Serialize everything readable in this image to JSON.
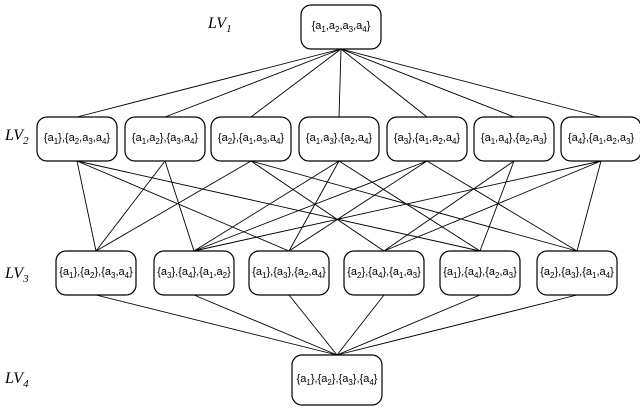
{
  "levels": [
    {
      "id": "LV1",
      "name": "LV",
      "sub": "1",
      "nodes": [
        "{a1,a2,a3,a4}"
      ]
    },
    {
      "id": "LV2",
      "name": "LV",
      "sub": "2",
      "nodes": [
        "{a1},{a2,a3,a4}",
        "{a1,a2},{a3,a4}",
        "{a2},{a1,a3,a4}",
        "{a1,a3},{a2,a4}",
        "{a3},{a1,a2,a4}",
        "{a1,a4},{a2,a3}",
        "{a4},{a1,a2,a3}"
      ]
    },
    {
      "id": "LV3",
      "name": "LV",
      "sub": "3",
      "nodes": [
        "{a1},{a2},{a3,a4}",
        "{a3},{a4},{a1,a2}",
        "{a1},{a3},{a2,a4}",
        "{a2},{a4},{a1,a3}",
        "{a1},{a4},{a2,a3}",
        "{a2},{a3},{a1,a4}"
      ]
    },
    {
      "id": "LV4",
      "name": "LV",
      "sub": "4",
      "nodes": [
        "{a1},{a2},{a3},{a4}"
      ]
    }
  ],
  "edges_lv2_lv3": [
    [
      0,
      0
    ],
    [
      0,
      2
    ],
    [
      0,
      4
    ],
    [
      1,
      0
    ],
    [
      1,
      1
    ],
    [
      2,
      0
    ],
    [
      2,
      3
    ],
    [
      2,
      5
    ],
    [
      3,
      1
    ],
    [
      3,
      2
    ],
    [
      3,
      4
    ],
    [
      4,
      1
    ],
    [
      4,
      2
    ],
    [
      4,
      5
    ],
    [
      5,
      3
    ],
    [
      5,
      4
    ],
    [
      6,
      1
    ],
    [
      6,
      3
    ],
    [
      6,
      5
    ]
  ]
}
